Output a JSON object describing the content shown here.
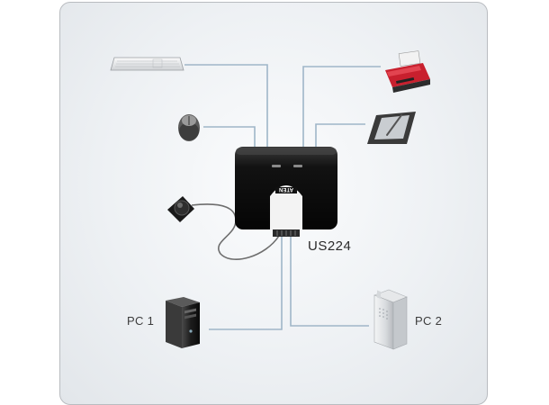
{
  "device": {
    "model": "US224",
    "brand_logo": "ATEN"
  },
  "computers": [
    {
      "label": "PC 1",
      "icon": "tower-pc-icon"
    },
    {
      "label": "PC 2",
      "icon": "mac-pro-tower-icon"
    }
  ],
  "peripherals": [
    {
      "icon": "keyboard-icon"
    },
    {
      "icon": "mouse-icon"
    },
    {
      "icon": "printer-icon"
    },
    {
      "icon": "graphics-tablet-icon"
    },
    {
      "icon": "remote-port-selector-icon"
    }
  ],
  "colors": {
    "connection_line": "#9fb6c8",
    "device_body": "#111111",
    "frame_border": "#b9bcc0"
  }
}
